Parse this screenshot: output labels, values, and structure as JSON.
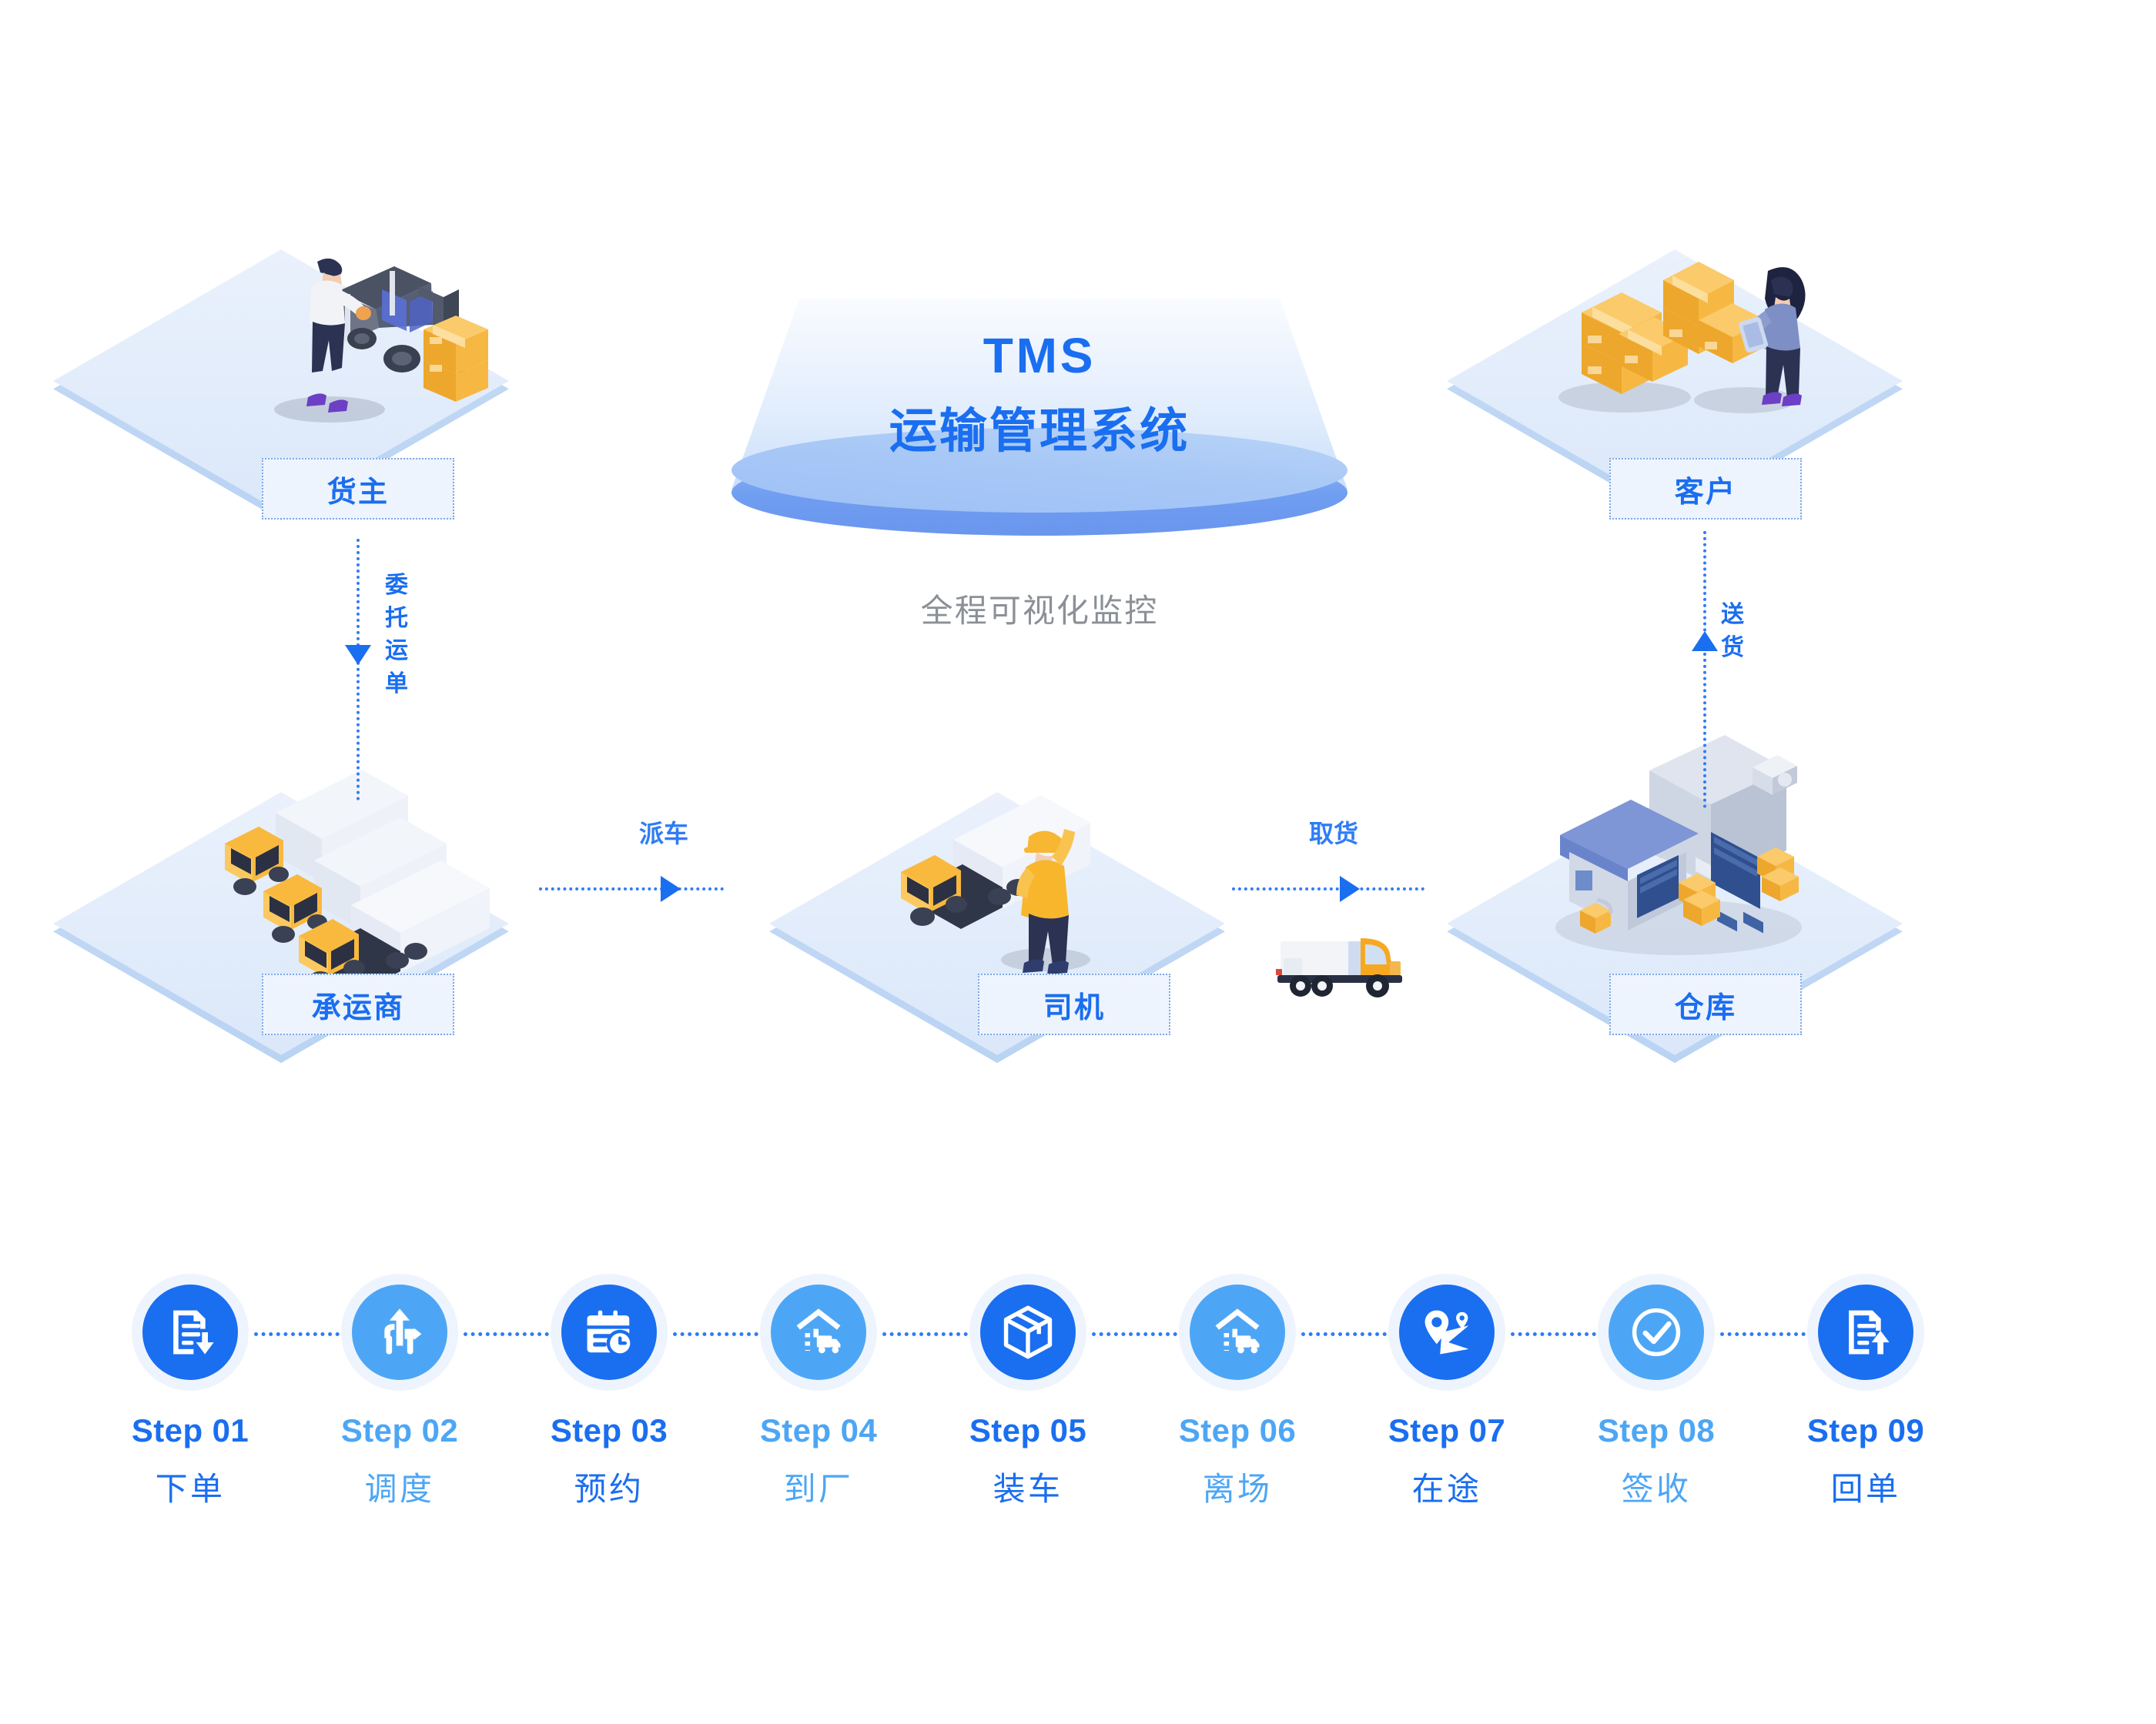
{
  "hero": {
    "title": "TMS",
    "subtitle": "运输管理系统",
    "tagline": "全程可视化监控"
  },
  "entities": [
    {
      "key": "shipper",
      "label": "货主"
    },
    {
      "key": "customer",
      "label": "客户"
    },
    {
      "key": "carrier",
      "label": "承运商"
    },
    {
      "key": "driver",
      "label": "司机"
    },
    {
      "key": "warehouse",
      "label": "仓库"
    }
  ],
  "flows": [
    {
      "key": "consign",
      "label": "委托运单",
      "direction": "down"
    },
    {
      "key": "dispatch",
      "label": "派车",
      "direction": "right"
    },
    {
      "key": "pickup",
      "label": "取货",
      "direction": "right"
    },
    {
      "key": "deliver",
      "label": "送货",
      "direction": "up"
    }
  ],
  "steps": [
    {
      "num": "Step 01",
      "label": "下单",
      "icon": "document-download-icon",
      "tone": "dark"
    },
    {
      "num": "Step 02",
      "label": "调度",
      "icon": "dispatch-arrows-icon",
      "tone": "light"
    },
    {
      "num": "Step 03",
      "label": "预约",
      "icon": "calendar-clock-icon",
      "tone": "dark"
    },
    {
      "num": "Step 04",
      "label": "到厂",
      "icon": "warehouse-truck-icon",
      "tone": "light"
    },
    {
      "num": "Step 05",
      "label": "装车",
      "icon": "package-box-icon",
      "tone": "dark"
    },
    {
      "num": "Step 06",
      "label": "离场",
      "icon": "warehouse-truck-icon",
      "tone": "light"
    },
    {
      "num": "Step 07",
      "label": "在途",
      "icon": "map-route-pin-icon",
      "tone": "dark"
    },
    {
      "num": "Step 08",
      "label": "签收",
      "icon": "check-circle-icon",
      "tone": "light"
    },
    {
      "num": "Step 09",
      "label": "回单",
      "icon": "document-upload-icon",
      "tone": "dark"
    }
  ],
  "colors": {
    "primary_dark": "#1a6ef0",
    "primary_light": "#4da6f5",
    "chip_fill": "#eef4fd",
    "chip_border": "#7ba9e8",
    "tagline_gray": "#8b9097",
    "accent_orange": "#f5a623"
  }
}
